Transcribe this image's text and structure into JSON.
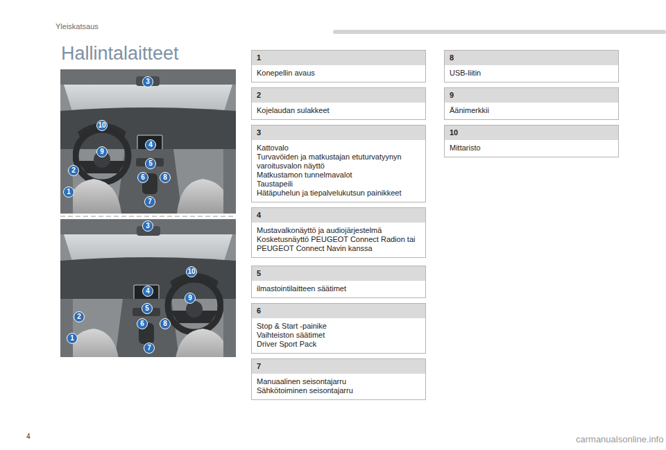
{
  "diagram": {
    "title": "Hallintalaitteet",
    "nodes": [
      {
        "text": [
          "1",
          "Konepellin avaus"
        ]
      },
      {
        "text": [
          "2",
          "Kojelaudan sulakkeet"
        ]
      },
      {
        "text": [
          "3",
          "Kattovalo",
          "Turvavöiden ja matkustajan etuturvatyynyn varoitusvalon näyttö",
          "Matkustamon tunnelmavalot",
          "Taustapeili",
          "Hätäpuhelun ja tiepalvelukutsun painikkeet"
        ]
      },
      {
        "text": [
          "4",
          "Mustavalkonäyttö ja audiojärjestelmä",
          "Kosketusnäyttö PEUGEOT Connect Radion tai PEUGEOT Connect Navin kanssa"
        ]
      },
      {
        "text": [
          "5",
          "ilmastointilaitteen säätimet"
        ]
      },
      {
        "text": [
          "6",
          "Stop & Start -painike",
          "Vaihteiston säätimet",
          "Driver Sport Pack"
        ]
      },
      {
        "text": [
          "7",
          "Manuaalinen seisontajarru",
          "Sähkötoiminen seisontajarru"
        ]
      },
      {
        "text": [
          "8",
          "USB-liitin"
        ]
      },
      {
        "text": [
          "9",
          "Äänimerkkii"
        ]
      },
      {
        "text": [
          "10",
          "Mittaristo"
        ]
      }
    ],
    "labels": [
      "Yleiskatsaus",
      "4",
      "carmanualsonline.info",
      "3",
      "10",
      "4",
      "9",
      "5",
      "2",
      "6",
      "8",
      "1",
      "7",
      "3",
      "10",
      "4",
      "9",
      "5",
      "2",
      "6",
      "8",
      "1",
      "7"
    ]
  }
}
